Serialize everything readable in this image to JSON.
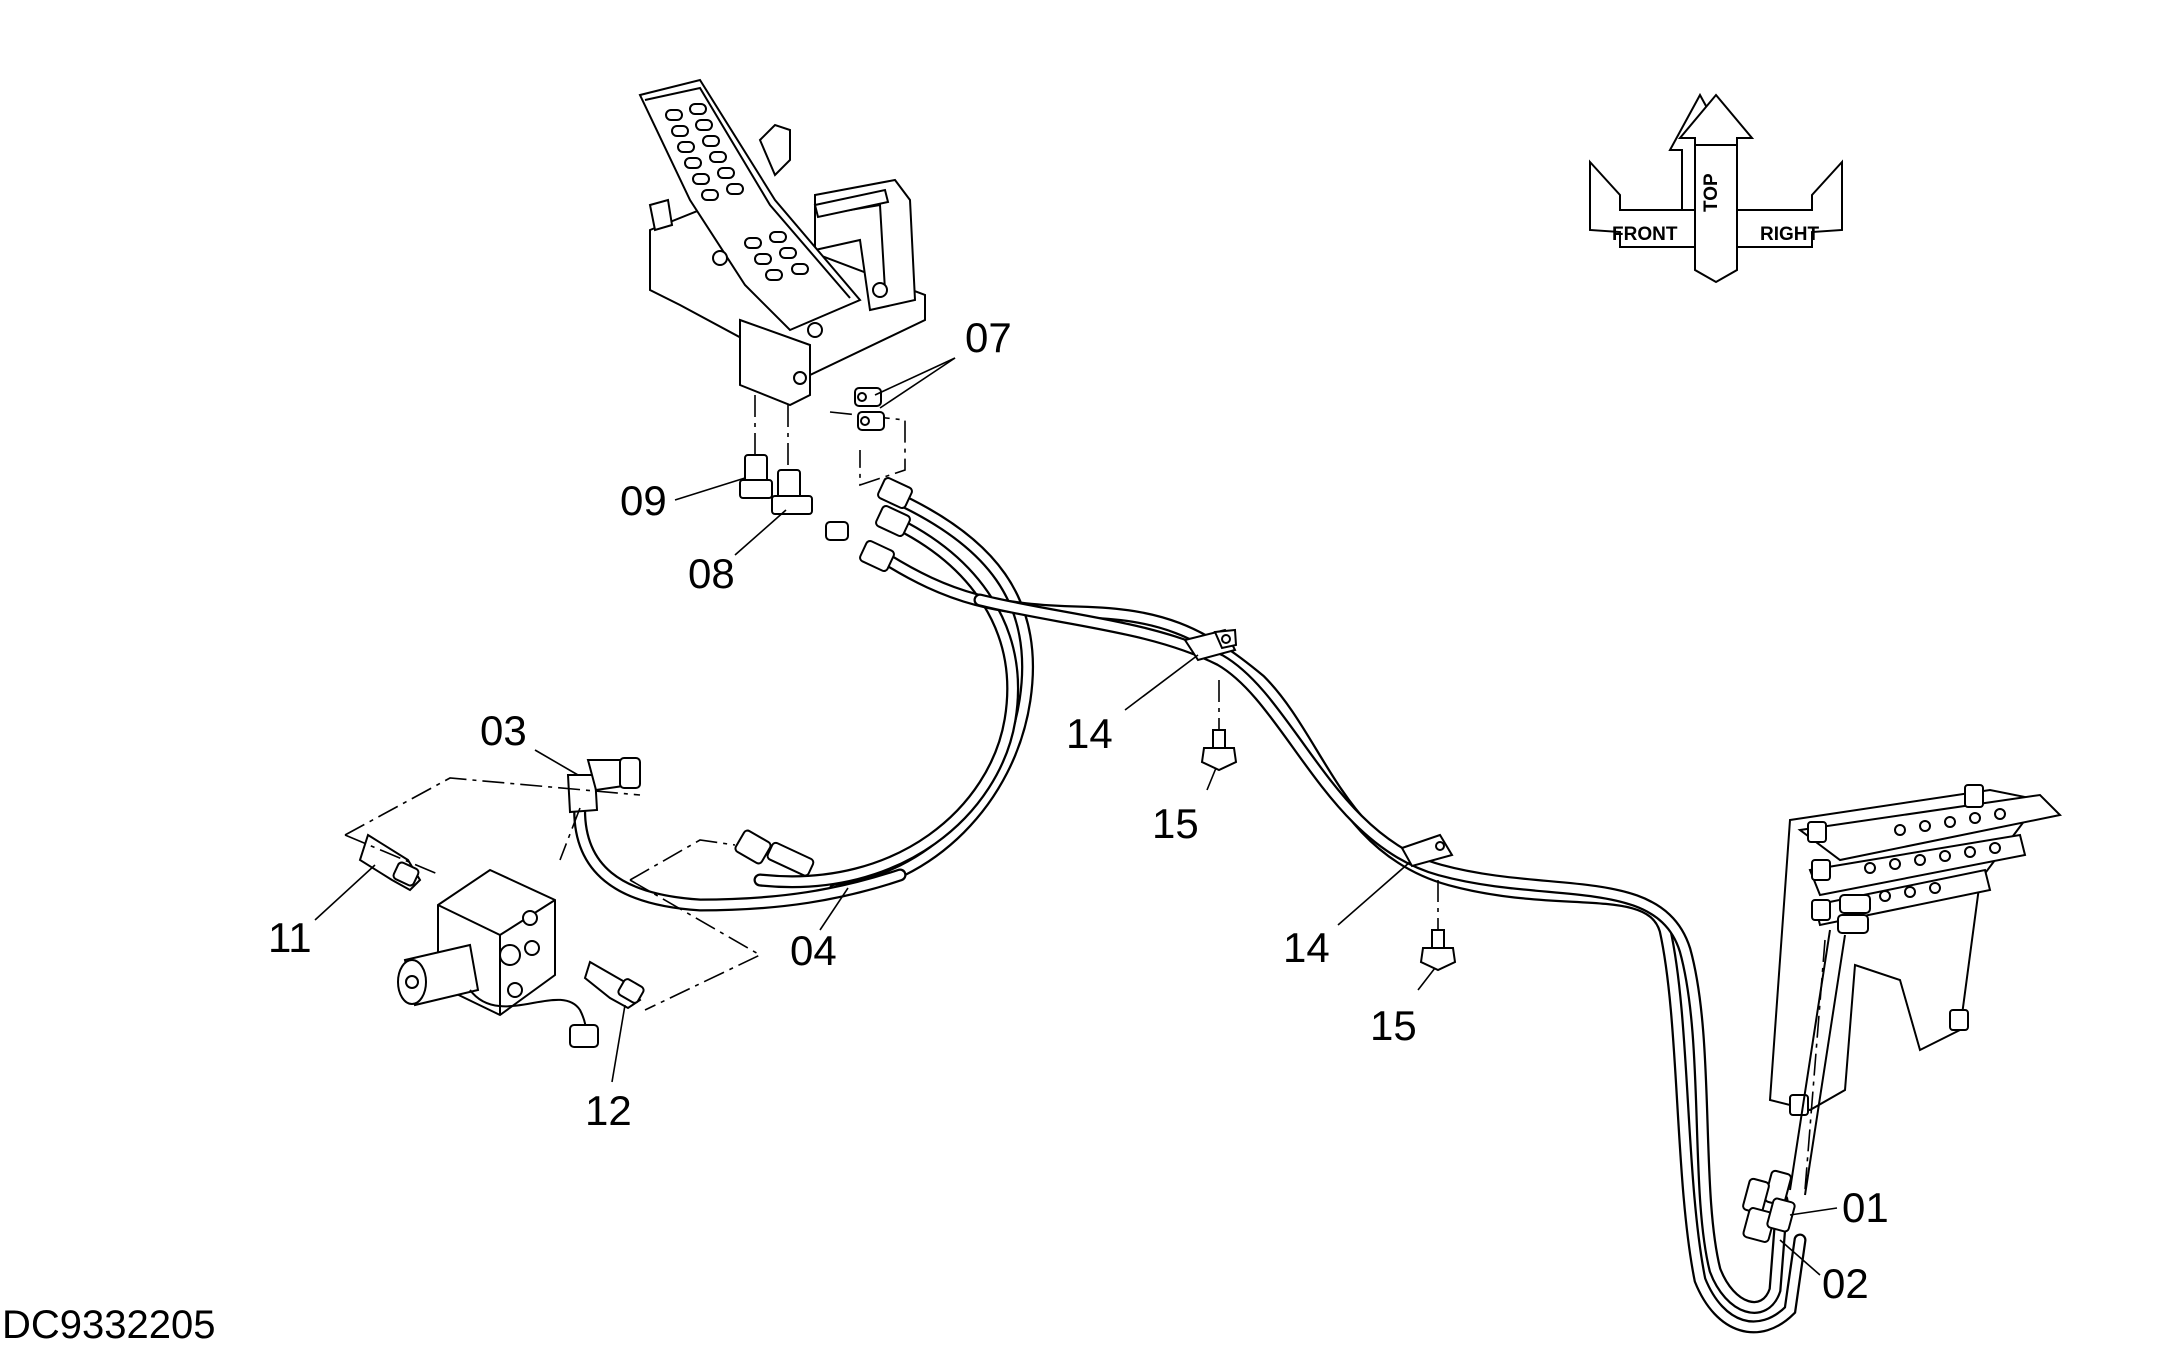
{
  "document_id": "DC9332205",
  "orientation_indicator": {
    "front_label": "FRONT",
    "top_label": "TOP",
    "right_label": "RIGHT"
  },
  "callouts": [
    {
      "id": "01",
      "label": "01",
      "part": "hose"
    },
    {
      "id": "02",
      "label": "02",
      "part": "hose"
    },
    {
      "id": "03",
      "label": "03",
      "part": "hose with elbow fitting"
    },
    {
      "id": "04",
      "label": "04",
      "part": "hose"
    },
    {
      "id": "07",
      "label": "07",
      "part": "fittings"
    },
    {
      "id": "08",
      "label": "08",
      "part": "tee fitting"
    },
    {
      "id": "09",
      "label": "09",
      "part": "elbow fitting"
    },
    {
      "id": "11",
      "label": "11",
      "part": "connector"
    },
    {
      "id": "12",
      "label": "12",
      "part": "connector"
    },
    {
      "id": "14a",
      "label": "14",
      "part": "clamp"
    },
    {
      "id": "14b",
      "label": "14",
      "part": "clamp"
    },
    {
      "id": "15a",
      "label": "15",
      "part": "bolt"
    },
    {
      "id": "15b",
      "label": "15",
      "part": "bolt"
    }
  ]
}
